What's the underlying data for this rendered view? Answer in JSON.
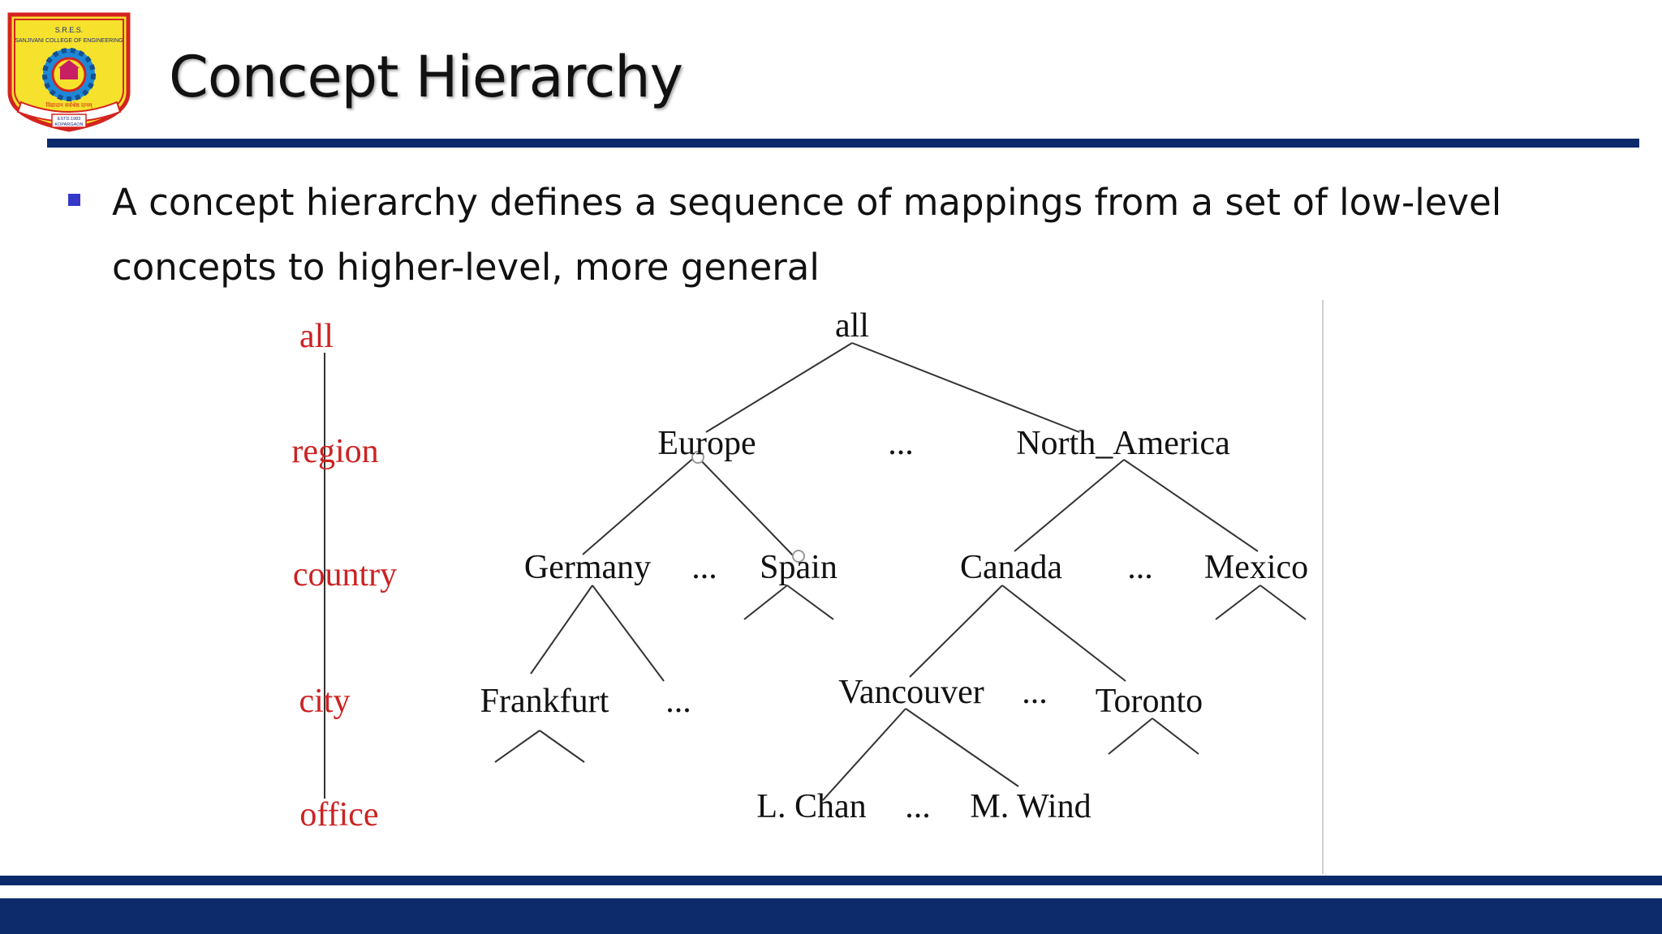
{
  "header": {
    "logo": {
      "top_text": "S.R.E.S.",
      "college_name": "SANJIVANI COLLEGE OF ENGINEERING",
      "est": "ESTD.1983",
      "place": "KOPARGAON",
      "motto": "विद्यादान सर्वश्रेष्ठ दानम्"
    },
    "title": "Concept Hierarchy"
  },
  "bullet": {
    "text": "A concept hierarchy defines a sequence of mappings from a set of low-level concepts to higher-level, more general"
  },
  "hierarchy": {
    "levels": [
      "all",
      "region",
      "country",
      "city",
      "office"
    ],
    "root": "all",
    "regions": [
      "Europe",
      "...",
      "North_America"
    ],
    "countries": [
      "Germany",
      "...",
      "Spain",
      "Canada",
      "...",
      "Mexico"
    ],
    "cities": [
      "Frankfurt",
      "...",
      "Vancouver",
      "...",
      "Toronto"
    ],
    "offices": [
      "L. Chan",
      "...",
      "M. Wind"
    ]
  },
  "colors": {
    "navy": "#0d2a6b",
    "bullet": "#3538c8",
    "level_label": "#cc2222"
  }
}
